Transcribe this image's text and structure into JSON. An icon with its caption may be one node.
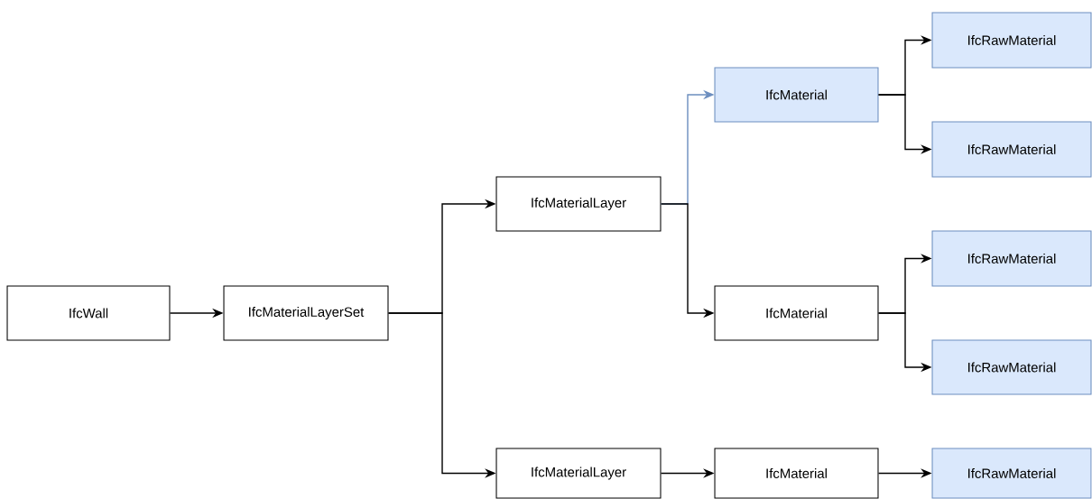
{
  "diagram": {
    "nodes": [
      {
        "text": [
          "IfcWall"
        ]
      },
      {
        "text": [
          "IfcMaterialLayerSet"
        ]
      },
      {
        "text": [
          "IfcMaterialLayer"
        ]
      },
      {
        "text": [
          "IfcMaterial"
        ]
      },
      {
        "text": [
          "IfcRawMaterial"
        ]
      },
      {
        "text": [
          "IfcRawMaterial"
        ]
      },
      {
        "text": [
          "IfcMaterial"
        ]
      },
      {
        "text": [
          "IfcRawMaterial"
        ]
      },
      {
        "text": [
          "IfcRawMaterial"
        ]
      },
      {
        "text": [
          "IfcMaterialLayer"
        ]
      },
      {
        "text": [
          "IfcMaterial"
        ]
      },
      {
        "text": [
          "IfcRawMaterial"
        ]
      }
    ],
    "edges": [
      {
        "from": 0,
        "to": 1,
        "arrow": "to"
      },
      {
        "from": 1,
        "to": 2,
        "arrow": "to"
      },
      {
        "from": 1,
        "to": 9,
        "arrow": "to"
      },
      {
        "from": 2,
        "to": 3,
        "arrow": "to",
        "color": "#6c8ebf"
      },
      {
        "from": 2,
        "to": 6,
        "arrow": "to"
      },
      {
        "from": 3,
        "to": 4,
        "arrow": "to"
      },
      {
        "from": 3,
        "to": 5,
        "arrow": "to"
      },
      {
        "from": 6,
        "to": 7,
        "arrow": "to"
      },
      {
        "from": 6,
        "to": 8,
        "arrow": "to"
      },
      {
        "from": 9,
        "to": 10,
        "arrow": "to"
      },
      {
        "from": 10,
        "to": 11,
        "arrow": "to"
      }
    ]
  }
}
